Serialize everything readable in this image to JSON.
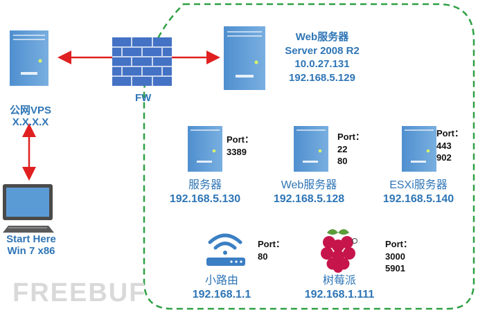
{
  "colors": {
    "server_blue": "#5b9bd5",
    "text_blue": "#2e75b6",
    "link_red": "#e02020",
    "zone_green": "#2ea043",
    "firewall_blue": "#4472c4"
  },
  "vps": {
    "line1": "公网VPS",
    "line2": "X.X.X.X",
    "icon": "server-icon"
  },
  "firewall": {
    "label": "FW",
    "icon": "firewall-brick-icon"
  },
  "web_server": {
    "line1": "Web服务器",
    "line2": "Server 2008 R2",
    "line3": "10.0.27.131",
    "line4": "192.168.5.129"
  },
  "start_pc": {
    "line1": "Start Here",
    "line2": "Win 7 x86",
    "icon": "monitor-icon"
  },
  "hosts": [
    {
      "name": "服务器",
      "ip": "192.168.5.130",
      "port_title": "Port：",
      "ports": "3389"
    },
    {
      "name": "Web服务器",
      "ip": "192.168.5.128",
      "port_title": "Port：",
      "ports": [
        "22",
        "80"
      ]
    },
    {
      "name": "ESXi服务器",
      "ip": "192.168.5.140",
      "port_title": "Port：",
      "ports": [
        "443",
        "902"
      ]
    }
  ],
  "router": {
    "name": "小路由",
    "ip": "192.168.1.1",
    "port_title": "Port：",
    "ports": "80",
    "icon": "wifi-router-icon"
  },
  "raspberry": {
    "name": "树莓派",
    "ip": "192.168.1.111",
    "port_title": "Port：",
    "ports": [
      "3000",
      "5901"
    ],
    "icon": "raspberry-pi-icon"
  },
  "watermark": "FREEBUF"
}
